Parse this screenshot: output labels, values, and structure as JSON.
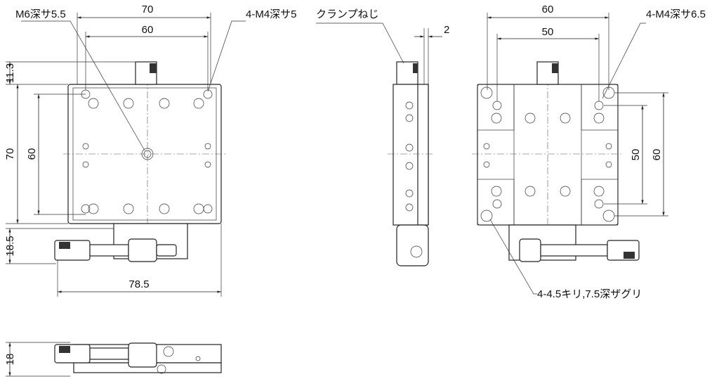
{
  "top_view": {
    "label_m6": "M6深サ5.5",
    "label_m4": "4-M4深サ5",
    "dim_width_outer": "70",
    "dim_width_inner": "60",
    "dim_clamp_offset": "11.3",
    "dim_height_outer": "70",
    "dim_height_inner": "60",
    "dim_knob_depth": "18.5",
    "dim_total_width": "78.5"
  },
  "side_view": {
    "label_clamp": "クランプねじ",
    "dim_gap": "2"
  },
  "bottom_view": {
    "dim_height": "18"
  },
  "right_view": {
    "dim_width_outer": "60",
    "dim_width_inner": "50",
    "label_m4": "4-M4深サ6.5",
    "dim_height_inner": "50",
    "dim_height_outer": "60",
    "label_holes": "4-4.5キリ,7.5深ザグリ"
  }
}
